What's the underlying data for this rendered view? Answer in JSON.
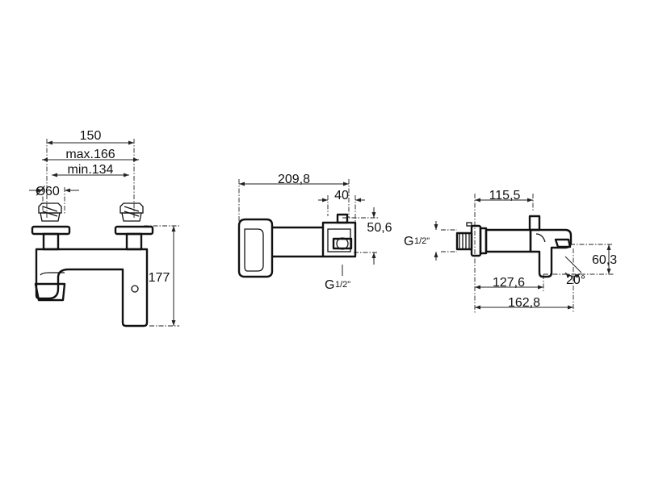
{
  "views": {
    "front": {
      "dimensions": {
        "overall_width": "150",
        "max_width": "max.166",
        "min_width": "min.134",
        "diameter_prefix": "Ø",
        "diameter_value": "60",
        "height": "177"
      }
    },
    "top": {
      "dimensions": {
        "length": "209,8",
        "connector_width": "40",
        "connector_height": "50,6",
        "thread_main": "G",
        "thread_fraction": "1/2\""
      }
    },
    "side": {
      "dimensions": {
        "projection": "115,5",
        "thread_main": "G",
        "thread_fraction": "1/2\"",
        "spout_reach": "127,6",
        "overall_depth": "162,8",
        "outlet_height": "60,3",
        "angle": "20°"
      }
    }
  }
}
